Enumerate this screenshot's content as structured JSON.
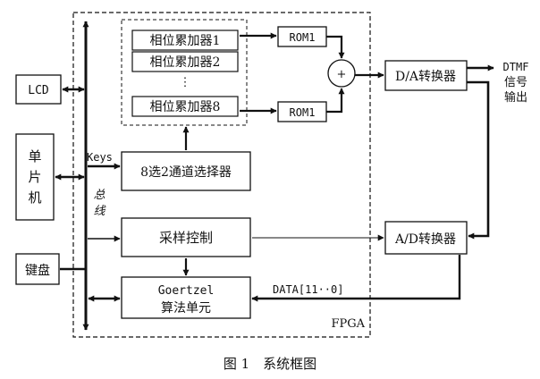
{
  "blocks": {
    "lcd": "LCD",
    "mcu": [
      "单",
      "片",
      "机"
    ],
    "keyboard": "键盘",
    "acc": [
      "相位累加器1",
      "相位累加器2",
      "相位累加器8"
    ],
    "ellipsis": "⋮",
    "rom_top": "ROM1",
    "rom_bottom": "ROM1",
    "adder": "+",
    "dac": "D/A转换器",
    "selector": "8选2通道选择器",
    "sampling": "采样控制",
    "adc": "A/D转换器",
    "goertzel": [
      "Goertzel",
      "算法单元"
    ],
    "fpga": "FPGA"
  },
  "labels": {
    "keys": "Keys",
    "bus": [
      "总",
      "线"
    ],
    "output": [
      "DTMF",
      "信号",
      "输出"
    ],
    "data_bus": "DATA[11··0]"
  },
  "caption": "图 1　系统框图"
}
